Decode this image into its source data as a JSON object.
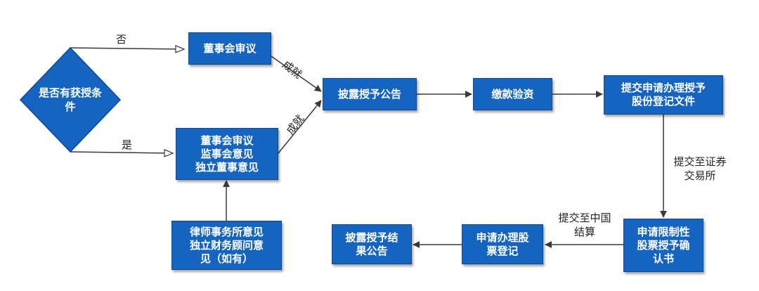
{
  "nodes": {
    "decision": "是否有获授条\n件",
    "board_review": "董事会审议",
    "board_supervisor_independent": "董事会审议\n监事会意见\n独立董事意见",
    "lawyer_advisor": "律师事务所意见\n独立财务顾问意\n见（如有）",
    "grant_announcement": "披露授予公告",
    "payment_verification": "缴款验资",
    "submit_registration_docs": "提交申请办理授予\n股份登记文件",
    "restricted_stock_confirmation": "申请限制性\n股票授予确\n认书",
    "apply_stock_registration": "申请办理股\n票登记",
    "grant_result_announcement": "披露授予结\n果公告"
  },
  "edge_labels": {
    "no": "否",
    "yes": "是",
    "achieved_top": "成就",
    "achieved_bottom": "成就",
    "submit_exchange": "提交至证券\n交易所",
    "submit_csdc": "提交至中国\n结算"
  },
  "colors": {
    "box_fill": "#1565c0",
    "line": "#3a3a3a"
  }
}
